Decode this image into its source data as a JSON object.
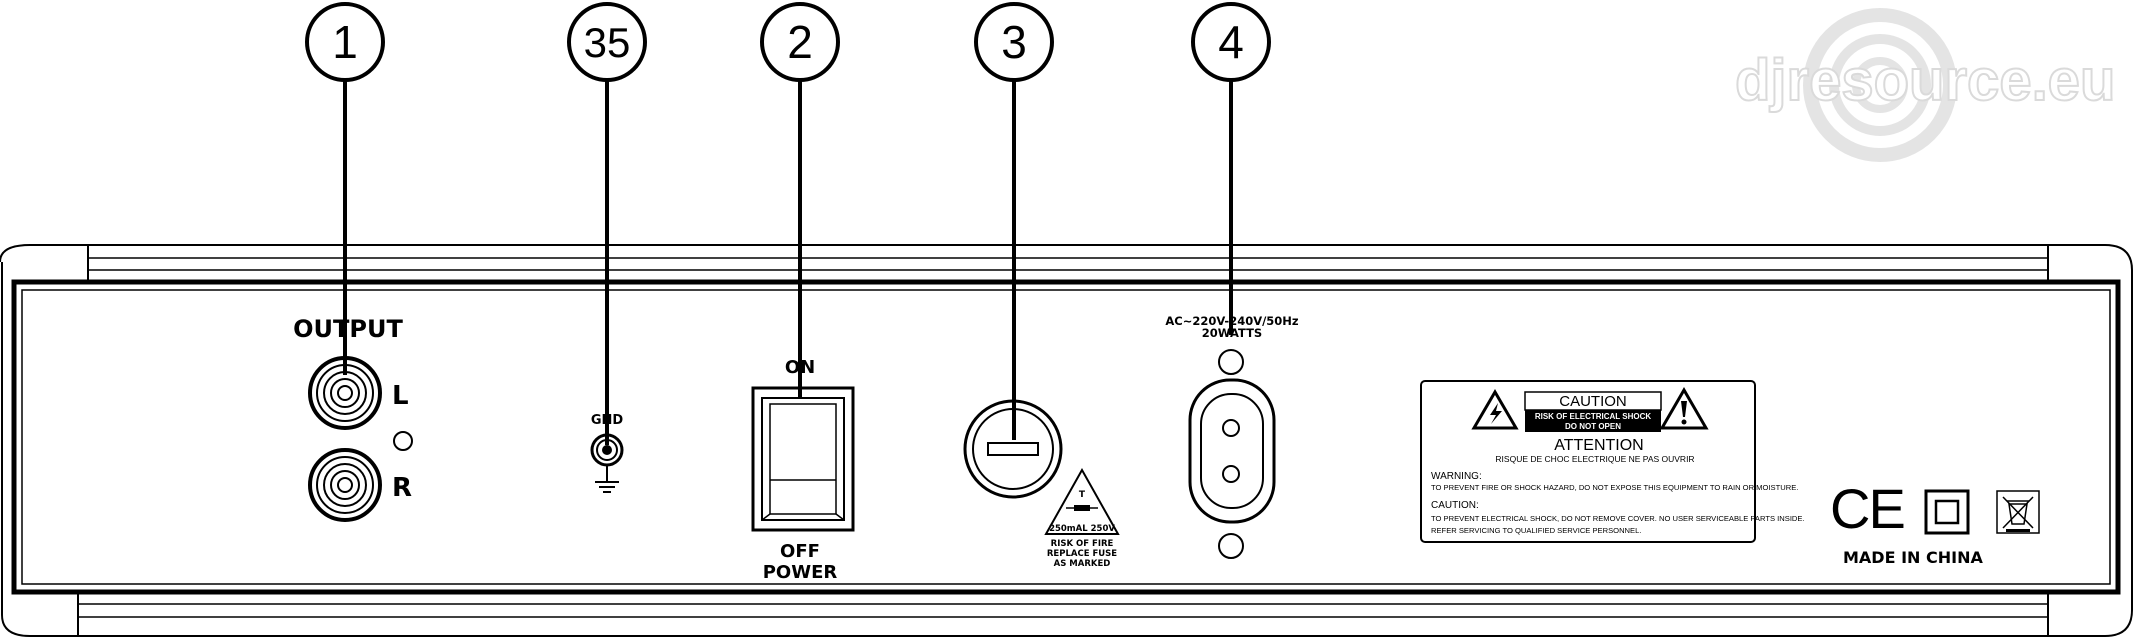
{
  "callouts": {
    "c1": "1",
    "c35": "35",
    "c2": "2",
    "c3": "3",
    "c4": "4"
  },
  "watermark": "djresource.eu",
  "output": {
    "title": "OUTPUT",
    "left": "L",
    "right": "R"
  },
  "gnd": "GND",
  "power_switch": {
    "on": "ON",
    "off": "OFF",
    "power": "POWER"
  },
  "fuse": {
    "type": "T",
    "rating": "250mAL 250V",
    "warn_line1": "RISK OF FIRE",
    "warn_line2": "REPLACE FUSE",
    "warn_line3": "AS MARKED"
  },
  "ac_input": {
    "line1": "AC~220V-240V/50Hz",
    "line2": "20WATTS"
  },
  "caution_label": {
    "caution": "CAUTION",
    "shock1": "RISK OF ELECTRICAL SHOCK",
    "shock2": "DO NOT OPEN",
    "attention": "ATTENTION",
    "risque": "RISQUE DE CHOC ELECTRIQUE NE PAS OUVRIR",
    "warning_title": "WARNING:",
    "warning_text": "TO PREVENT FIRE OR SHOCK HAZARD,  DO NOT EXPOSE THIS EQUIPMENT TO RAIN OR MOISTURE.",
    "caution_title": "CAUTION:",
    "caution_text1": "TO PREVENT ELECTRICAL SHOCK,  DO NOT REMOVE COVER. NO USER SERVICEABLE PARTS INSIDE.",
    "caution_text2": "REFER SERVICING TO QUALIFIED SERVICE PERSONNEL."
  },
  "marks": {
    "ce": "CE",
    "made_in": "MADE IN CHINA"
  }
}
